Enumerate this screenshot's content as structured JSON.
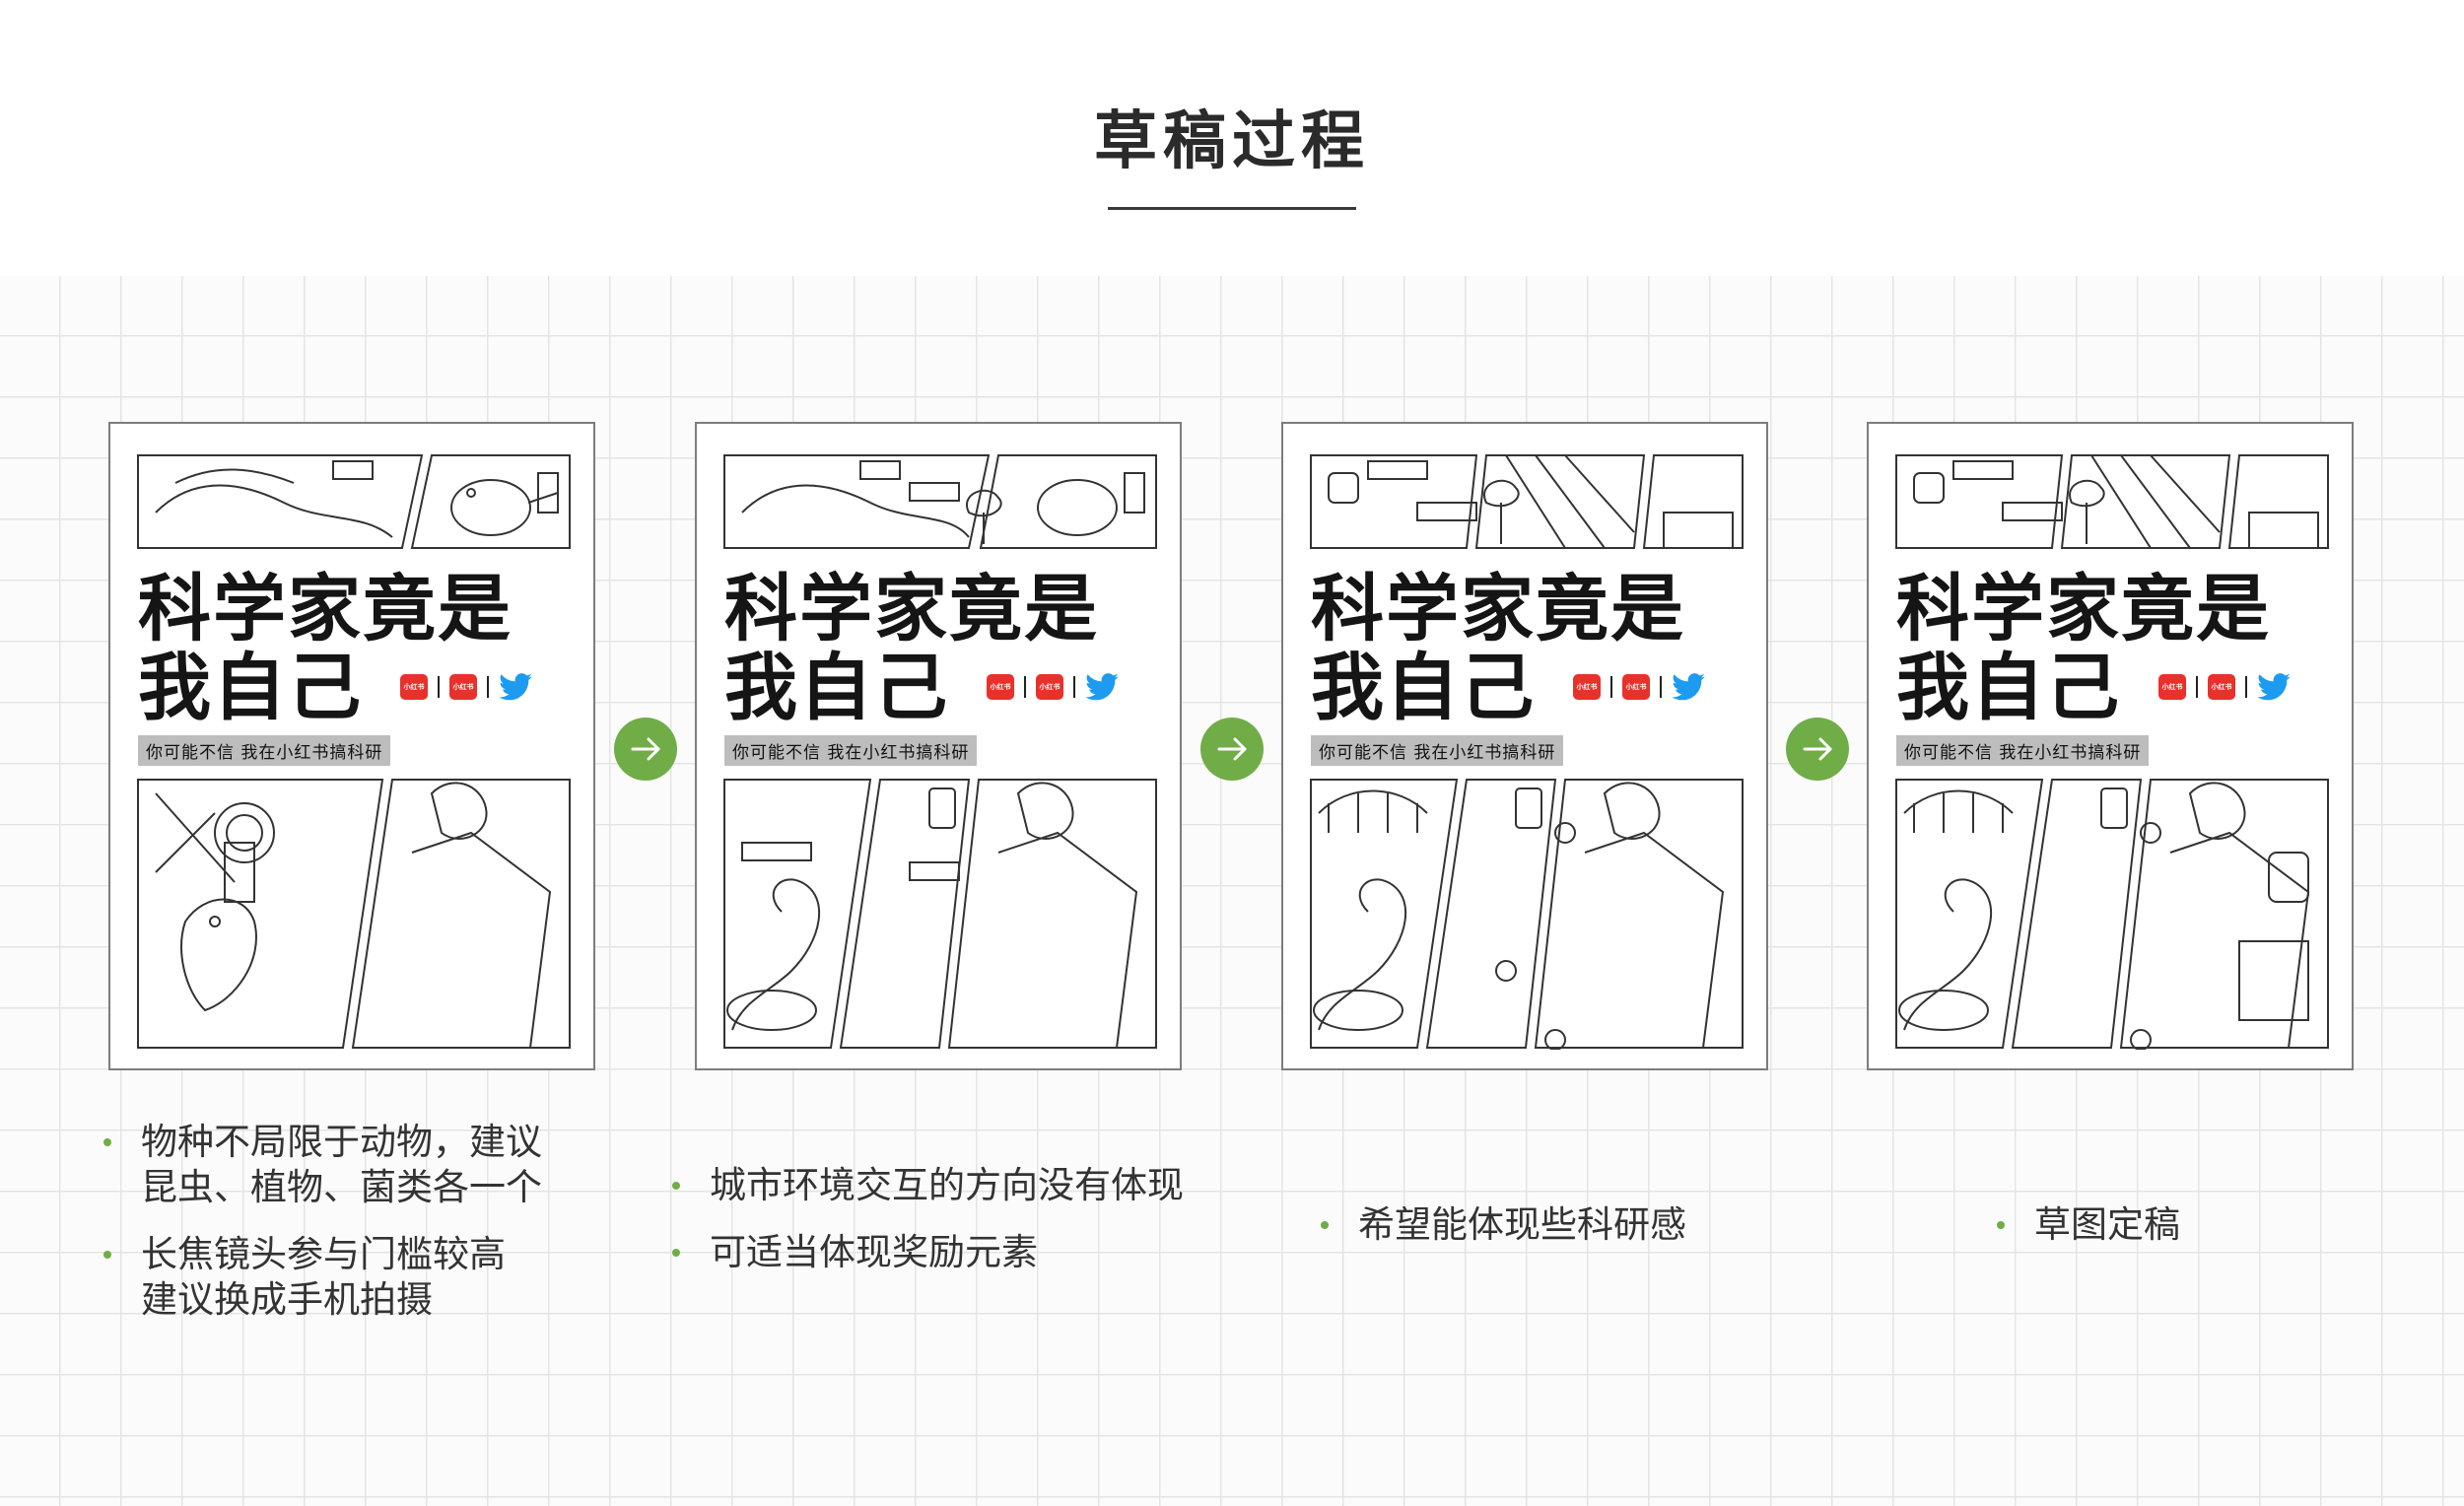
{
  "header": {
    "title": "草稿过程"
  },
  "poster": {
    "title_line1": "科学家竟是",
    "title_line2": "我自己",
    "subtitle": "你可能不信 我在小红书搞科研",
    "logo_text": "小红书"
  },
  "notes": [
    {
      "items": [
        "物种不局限于动物，建议\n昆虫、植物、菌类各一个",
        "长焦镜头参与门槛较高\n建议换成手机拍摄"
      ]
    },
    {
      "items": [
        "城市环境交互的方向没有体现",
        "可适当体现奖励元素"
      ]
    },
    {
      "items": [
        "希望能体现些科研感"
      ]
    },
    {
      "items": [
        "草图定稿"
      ]
    }
  ],
  "colors": {
    "accent": "#70ad47",
    "logo_red": "#e8312b",
    "twitter_blue": "#1d9bf0"
  },
  "icons": {
    "arrow": "arrow-right-icon",
    "brand": "xiaohongshu-logo",
    "social": "twitter-bird-icon"
  }
}
